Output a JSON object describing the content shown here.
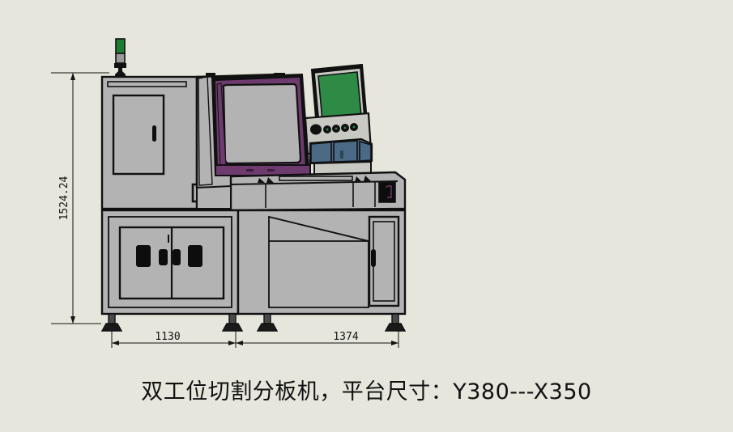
{
  "page": {
    "background_color": "#e6e6dc",
    "line_color": "#111111",
    "caption": "双工位切割分板机，平台尺寸：Y380---X350"
  },
  "palette": {
    "background": "#e6e6dc",
    "machine_body": "#b3b3b3",
    "outline": "#111111",
    "window_frame_purple": "#6e3b6e",
    "monitor_screen_green": "#2e8b46",
    "keyboard_tray_blue": "#4a6a85",
    "signal_lamp_green": "#1f7a33",
    "signal_lamp_grey": "#9a9a9a",
    "handle_black": "#0d0d0d"
  },
  "dimensions": {
    "height_label": "1524.24",
    "width_left_label": "1130",
    "width_right_label": "1374",
    "unit_note": ""
  },
  "machine": {
    "name": "双工位切割分板机",
    "parts": {
      "signal_tower": "signal-tower-light",
      "electrical_cabinet_door": "left-cabinet-door",
      "viewing_window": "purple-framed-viewing-window",
      "monitor": "operator-monitor",
      "button_panel": "operator-button-panel",
      "keyboard_tray": "keyboard-tray",
      "lower_double_doors": "lower-double-cabinet-doors",
      "right_side_panel": "right-side-access-panel",
      "leveling_feet": "leveling-feet"
    },
    "button_count": 5
  }
}
